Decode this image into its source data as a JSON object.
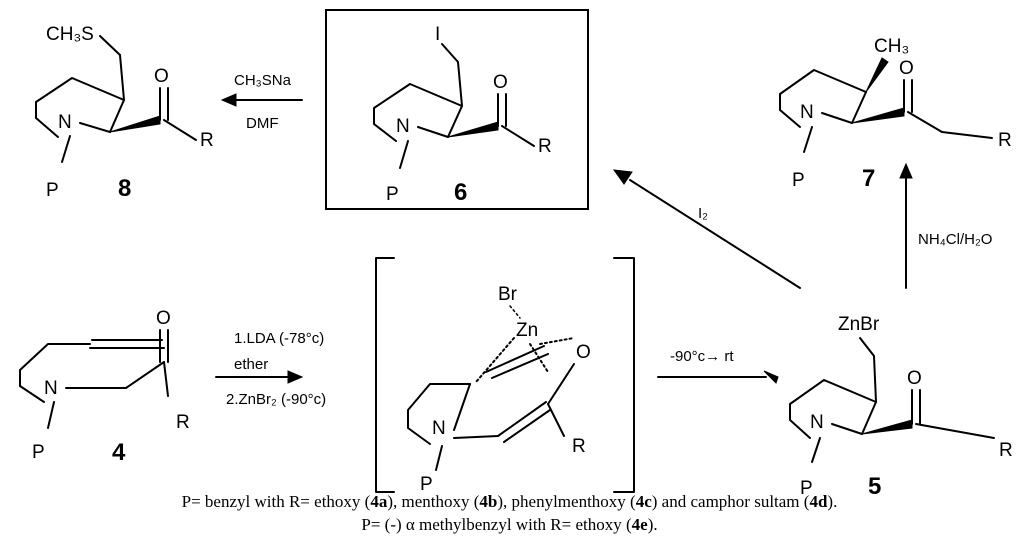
{
  "atoms": {
    "s_methyl": "CH₃S",
    "n": "N",
    "o": "O",
    "r": "R",
    "p": "P",
    "i": "I",
    "ch3": "CH₃",
    "br": "Br",
    "zn": "Zn",
    "znbr": "ZnBr"
  },
  "compounds": {
    "c8": "8",
    "c6": "6",
    "c7": "7",
    "c4": "4",
    "c5": "5"
  },
  "reagents": {
    "r6_to_8_line1": "CH₃SNa",
    "r6_to_8_line2": "DMF",
    "r5_to_6": "I₂",
    "r5_to_7": "NH₄Cl/H₂O",
    "r4_line1": "1.LDA (-78°c)",
    "r4_line2": "ether",
    "r4_line3": "2.ZnBr₂ (-90°c)",
    "r_int_to_5": "-90°c→ rt"
  },
  "caption": {
    "line1_a": "P= benzyl with R= ethoxy (",
    "line1_b": "4a",
    "line1_c": "), menthoxy (",
    "line1_d": "4b",
    "line1_e": "), phenylmenthoxy (",
    "line1_f": "4c",
    "line1_g": ") and camphor sultam (",
    "line1_h": "4d",
    "line1_i": ").",
    "line2_a": "P= (-) α methylbenzyl with R= ethoxy (",
    "line2_b": "4e",
    "line2_c": ")."
  }
}
